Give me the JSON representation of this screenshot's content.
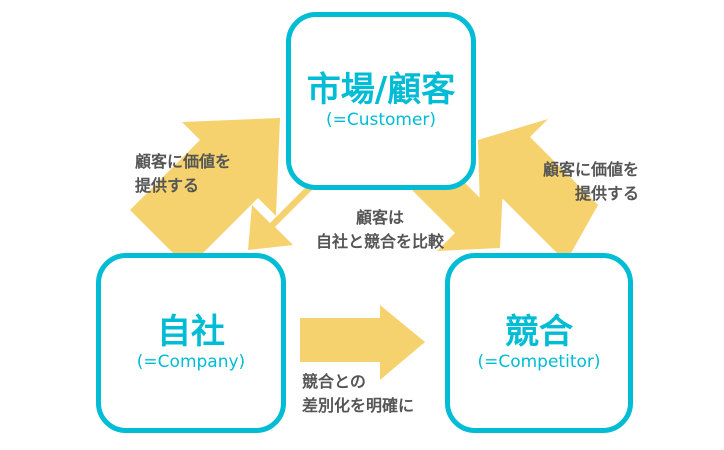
{
  "colors": {
    "box_border": "#00bcd4",
    "arrow": "#f5d26e",
    "label_text": "#555555"
  },
  "nodes": {
    "customer": {
      "title": "市場/顧客",
      "subtitle": "(=Customer)"
    },
    "company": {
      "title": "自社",
      "subtitle": "(=Company)"
    },
    "competitor": {
      "title": "競合",
      "subtitle": "(=Competitor)"
    }
  },
  "labels": {
    "company_to_customer": [
      "顧客に価値を",
      "提供する"
    ],
    "competitor_to_customer": [
      "顧客に価値を",
      "提供する"
    ],
    "customer_compares": [
      "顧客は",
      "自社と競合を比較"
    ],
    "company_vs_competitor": [
      "競合との",
      "差別化を明確に"
    ]
  }
}
